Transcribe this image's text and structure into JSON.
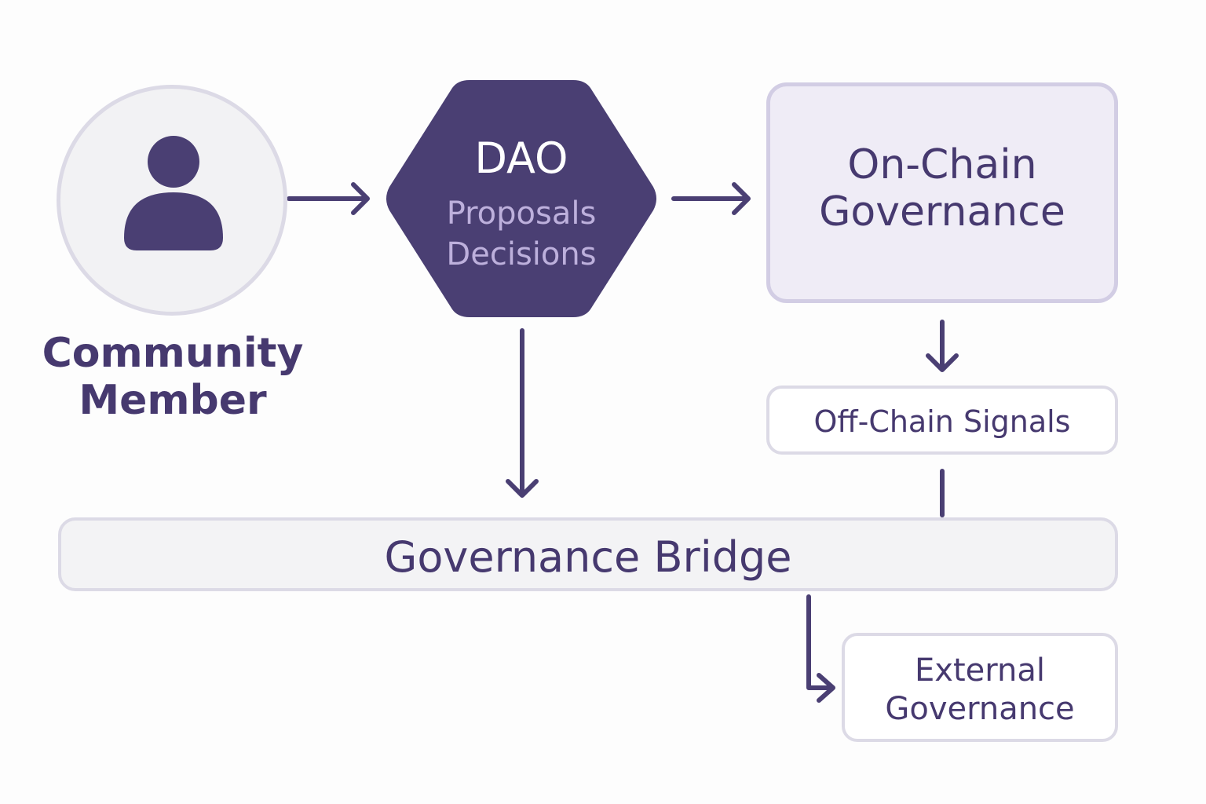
{
  "colors": {
    "primary": "#4a3f73",
    "text": "#46396f",
    "dao_subtext": "#bdb0dc",
    "light_fill": "#f2f2f4",
    "lavender_fill": "#efecf6",
    "border": "#dcdae6"
  },
  "nodes": {
    "community_member": {
      "label": "Community\nMember",
      "icon": "user-icon"
    },
    "dao": {
      "title": "DAO",
      "line1": "Proposals",
      "line2": "Decisions"
    },
    "on_chain": {
      "label": "On-Chain\nGovernance"
    },
    "off_chain": {
      "label": "Off-Chain Signals"
    },
    "bridge": {
      "label": "Governance Bridge"
    },
    "external": {
      "label": "External\nGovernance"
    }
  },
  "edges": [
    {
      "from": "community_member",
      "to": "dao"
    },
    {
      "from": "dao",
      "to": "on_chain"
    },
    {
      "from": "dao",
      "to": "bridge"
    },
    {
      "from": "on_chain",
      "to": "off_chain"
    },
    {
      "from": "off_chain",
      "to": "bridge"
    },
    {
      "from": "bridge",
      "to": "external"
    }
  ]
}
